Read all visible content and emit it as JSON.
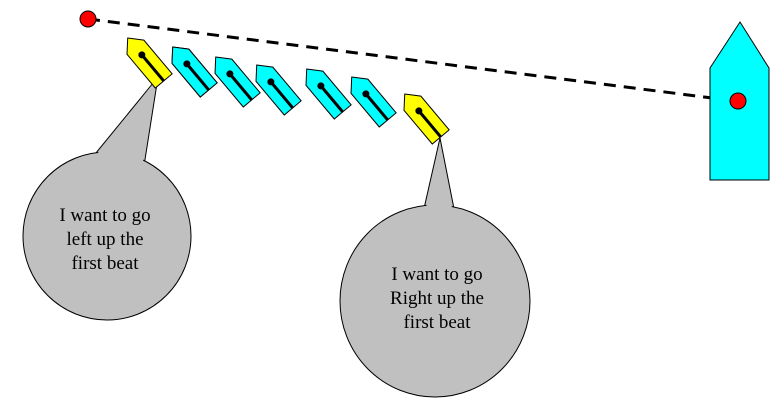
{
  "colors": {
    "highlight_boat": "#ffff00",
    "fleet_boat": "#00ffff",
    "committee_boat": "#00ffff",
    "start_mark": "#ff0000",
    "bubble": "#c0c0c0",
    "start_line": "#000000"
  },
  "boats": [
    {
      "id": "boat-1",
      "role": "highlight"
    },
    {
      "id": "boat-2",
      "role": "fleet"
    },
    {
      "id": "boat-3",
      "role": "fleet"
    },
    {
      "id": "boat-4",
      "role": "fleet"
    },
    {
      "id": "boat-5",
      "role": "fleet"
    },
    {
      "id": "boat-6",
      "role": "fleet"
    },
    {
      "id": "boat-7",
      "role": "fleet"
    },
    {
      "id": "boat-8",
      "role": "highlight"
    }
  ],
  "bubbles": {
    "left": {
      "lines": [
        "I want to go",
        "left up the",
        "first beat"
      ]
    },
    "right": {
      "lines": [
        "I want to go",
        "Right up the",
        "first beat"
      ]
    }
  }
}
